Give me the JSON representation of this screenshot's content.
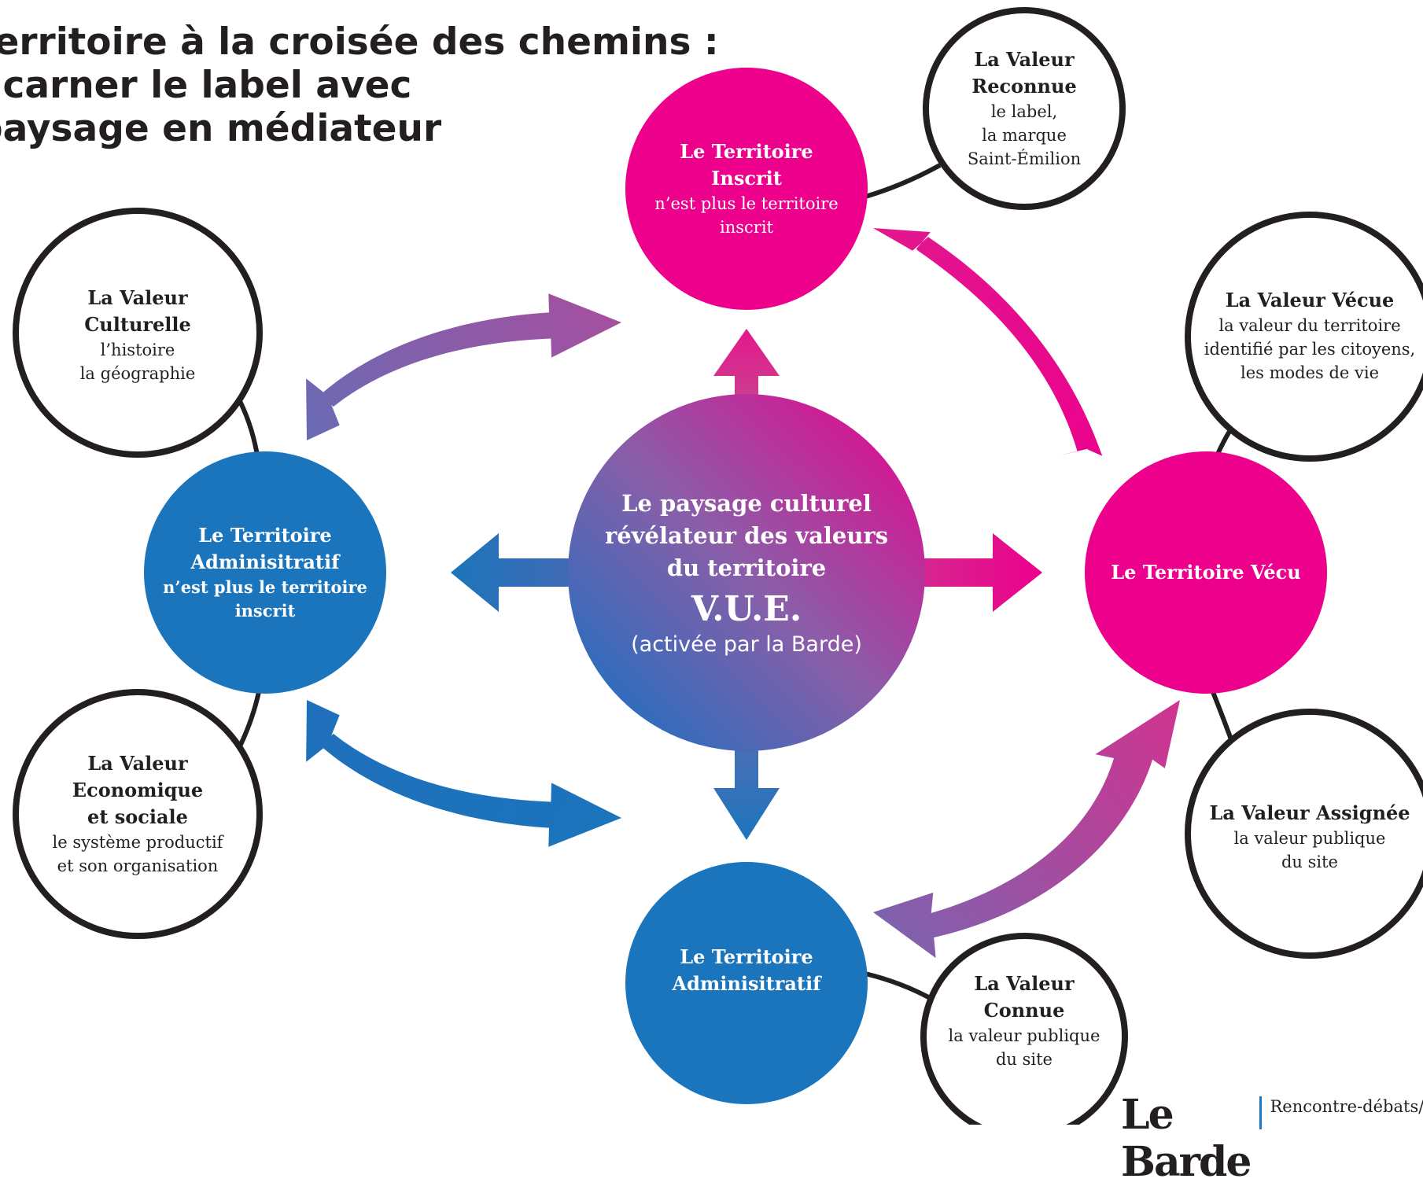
{
  "title": {
    "line1": "territoire à la croisée des chemins :",
    "line2": "ncarner le label avec",
    "line3": "paysage en médiateur"
  },
  "colors": {
    "magenta": "#ec008c",
    "blue": "#1b75bc",
    "purple": "#8e5ea2",
    "outline": "#231f20"
  },
  "center": {
    "line1": "Le paysage culturel",
    "line2": "révélateur des valeurs",
    "line3": "du territoire",
    "acronym": "V.U.E.",
    "note": "(activée par la Barde)"
  },
  "inscrit": {
    "title1": "Le Territoire",
    "title2": "Inscrit",
    "desc1": "n’est plus le territoire",
    "desc2": "inscrit"
  },
  "administratif_left": {
    "title1": "Le Territoire",
    "title2": "Adminisitratif",
    "desc1": "n’est plus le territoire",
    "desc2": "inscrit"
  },
  "vecu": {
    "title": "Le Territoire Vécu"
  },
  "administratif_bottom": {
    "title1": "Le Territoire",
    "title2": "Adminisitratif"
  },
  "valeur_reconnue": {
    "title1": "La Valeur",
    "title2": "Reconnue",
    "desc1": "le label,",
    "desc2": "la marque",
    "desc3": "Saint-Émilion"
  },
  "valeur_culturelle": {
    "title1": "La Valeur",
    "title2": "Culturelle",
    "desc1": "l’histoire",
    "desc2": "la géographie"
  },
  "valeur_vecue": {
    "title": "La Valeur Vécue",
    "desc1": "la valeur du territoire",
    "desc2": "identifié par les citoyens,",
    "desc3": "les modes de vie"
  },
  "valeur_economique": {
    "title1": "La Valeur",
    "title2": "Economique",
    "title3": "et sociale",
    "desc1": "le système productif",
    "desc2": "et son organisation"
  },
  "valeur_assignee": {
    "title": "La Valeur Assignée",
    "desc1": "la valeur publique",
    "desc2": "du site"
  },
  "valeur_connue": {
    "title1": "La Valeur",
    "title2": "Connue",
    "desc1": "la valeur publique",
    "desc2": "du site"
  },
  "footer": {
    "logo": "Le Barde",
    "tagline": "Rencontre-débats/"
  }
}
